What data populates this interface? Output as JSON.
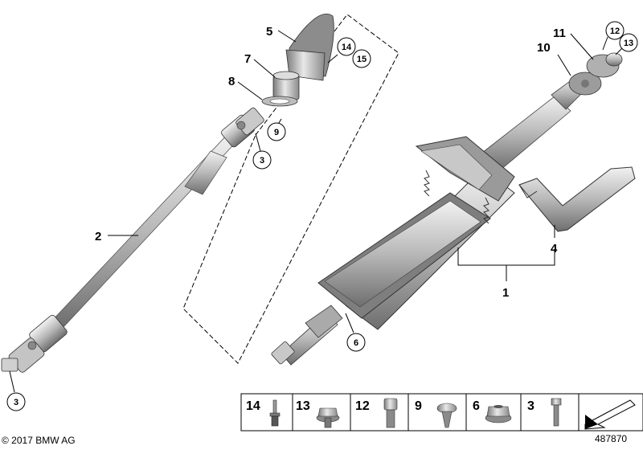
{
  "callouts": {
    "c1": "1",
    "c2": "2",
    "c3a": "3",
    "c3b": "3",
    "c4": "4",
    "c5": "5",
    "c6": "6",
    "c7": "7",
    "c8": "8",
    "c9": "9",
    "c10": "10",
    "c11": "11",
    "c12": "12",
    "c13": "13",
    "c14": "14",
    "c15": "15"
  },
  "parts_legend": [
    {
      "number": "14",
      "icon": "blind-rivet-icon"
    },
    {
      "number": "13",
      "icon": "hex-flange-bolt-icon"
    },
    {
      "number": "12",
      "icon": "socket-cap-screw-icon"
    },
    {
      "number": "9",
      "icon": "pan-head-screw-icon"
    },
    {
      "number": "6",
      "icon": "flange-nut-icon"
    },
    {
      "number": "3",
      "icon": "hex-bolt-icon"
    },
    {
      "number": "",
      "icon": "direction-arrow-icon"
    }
  ],
  "footer": {
    "copyright": "© 2017 BMW AG",
    "diagram_number": "487870"
  },
  "colors": {
    "line": "#000000",
    "metal_light": "#dcdcdc",
    "metal_dark": "#8e8e8e",
    "background": "#ffffff"
  }
}
